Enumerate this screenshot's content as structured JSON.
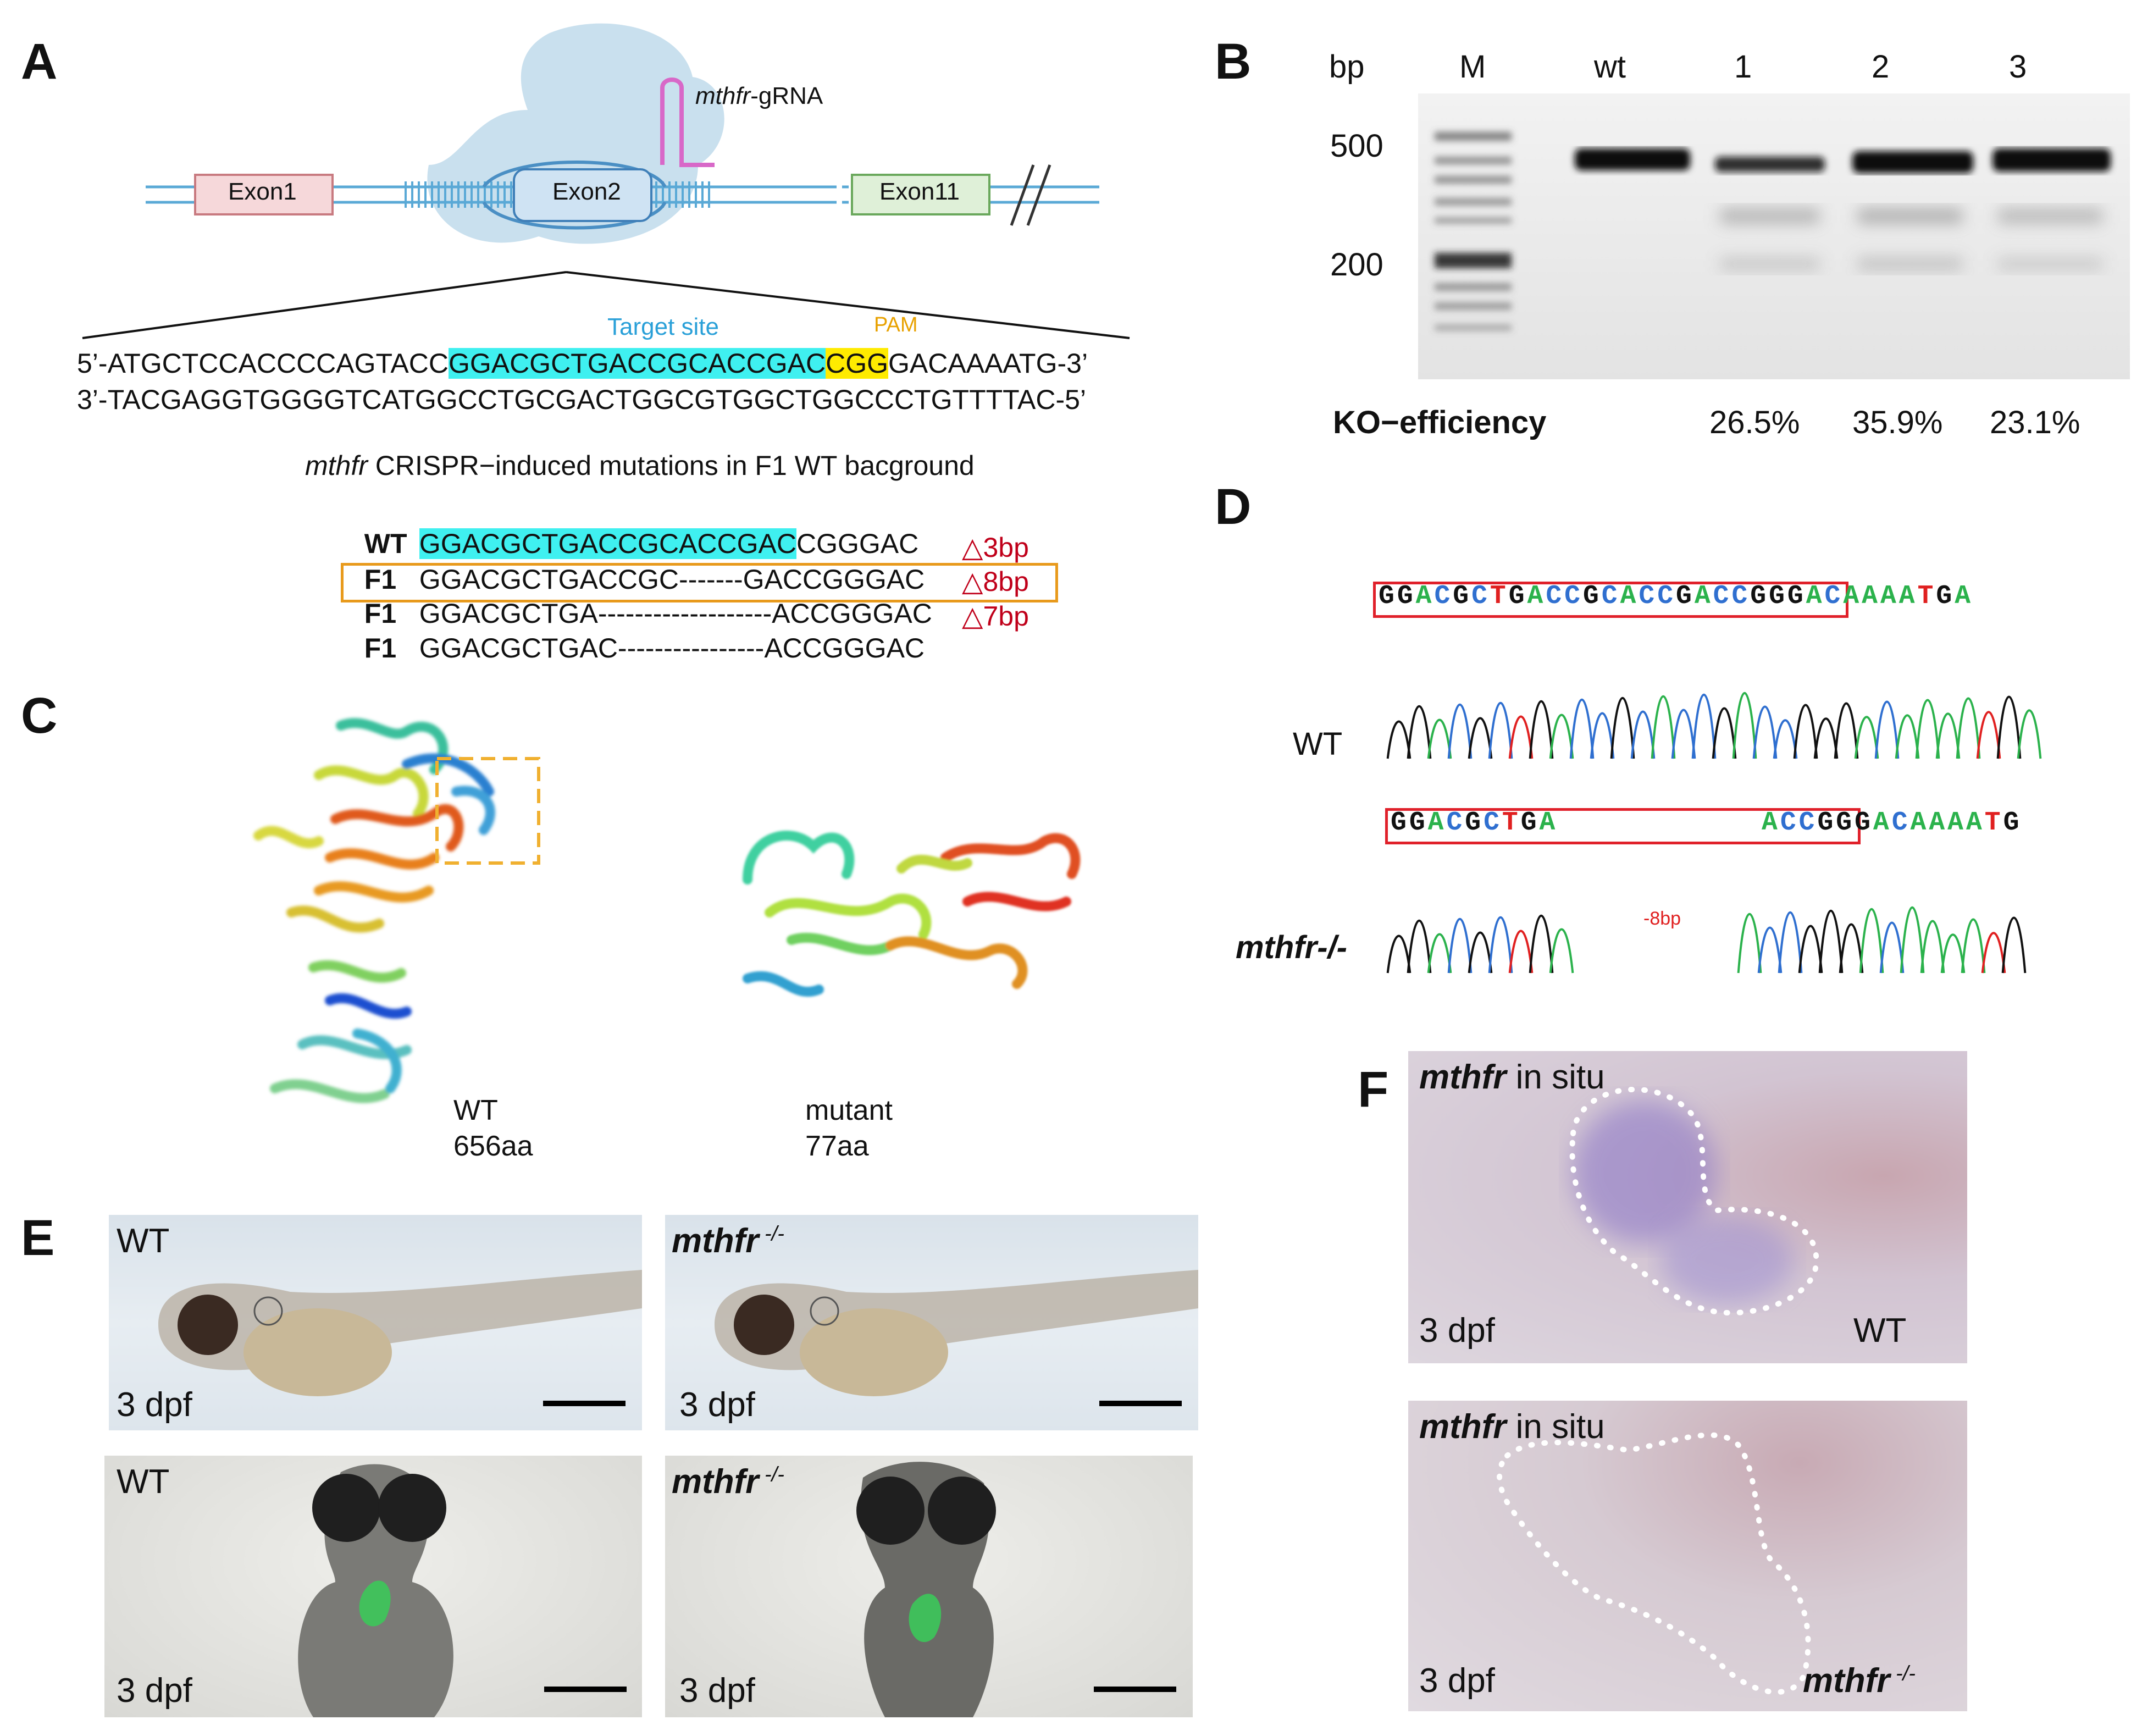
{
  "panels": {
    "A": "A",
    "B": "B",
    "C": "C",
    "D": "D",
    "E": "E",
    "F": "F"
  },
  "panelA": {
    "gRNA_gene": "mthfr",
    "gRNA_suffix": "-gRNA",
    "exon1": "Exon1",
    "exon2": "Exon2",
    "exon11": "Exon11",
    "target_site": "Target site",
    "pam": "PAM",
    "seq_top_prefix": "5’-ATGCTCCACCCCAGTACC",
    "seq_top_target": "GGACGCTGACCGCACCGAC",
    "seq_top_pam": "CGG",
    "seq_top_suffix": "GACAAAATG-3’",
    "seq_bottom": "3’-TACGAGGTGGGGTCATGGCCTGCGACTGGCGTGGCTGGCCCTGTTTTAC-5’",
    "mut_title_gene": "mthfr",
    "mut_title_rest": " CRISPR−induced mutations in F1 WT bacground",
    "rows": [
      {
        "label": "WT",
        "seq_hl": "GGACGCTGACCGCACCGAC",
        "seq": "CGGGAC",
        "del": ""
      },
      {
        "label": "F1",
        "seq_hl": "",
        "seq": "GGACGCTGACCGC-------GACCGGGAC",
        "del": "△3bp"
      },
      {
        "label": "F1",
        "seq_hl": "",
        "seq": "GGACGCTGA-------------------ACCGGGAC",
        "del": "△8bp"
      },
      {
        "label": "F1",
        "seq_hl": "",
        "seq": "GGACGCTGAC----------------ACCGGGAC",
        "del": "△7bp"
      }
    ]
  },
  "panelB": {
    "bp": "bp",
    "lanes": [
      "M",
      "wt",
      "1",
      "2",
      "3"
    ],
    "marker_500": "500",
    "marker_200": "200",
    "ko_label": "KO−efficiency",
    "ko_values": [
      "26.5%",
      "35.9%",
      "23.1%"
    ]
  },
  "panelC": {
    "wt_label": "WT",
    "wt_len": "656aa",
    "mut_label": "mutant",
    "mut_len": "77aa"
  },
  "panelD": {
    "wt_seq": "GGACGCTGACCGCACCGACCGGGACAAAATGA",
    "mut_seq_a": "GGACGCTGA",
    "mut_seq_b": "ACCGGGACAAAATG",
    "wt_label": "WT",
    "mut_label": "mthfr-/-",
    "del_label": "-8bp"
  },
  "panelE": {
    "wt": "WT",
    "mut_gene": "mthfr",
    "mut_sup": " -/-",
    "dpf": "3 dpf"
  },
  "panelF": {
    "gene": "mthfr",
    "in_situ": " in situ",
    "dpf": "3 dpf",
    "wt": "WT",
    "mut_gene": "mthfr",
    "mut_sup": " -/-"
  },
  "colors": {
    "cyan": "#3ff0f0",
    "yellow": "#ffeb00",
    "orange_box": "#e89a1c",
    "red_box": "#e0202a",
    "dna_blue": "#5aa9d6",
    "base_A": "#2bb24c",
    "base_C": "#2f6fd0",
    "base_G": "#111111",
    "base_T": "#e02020"
  }
}
